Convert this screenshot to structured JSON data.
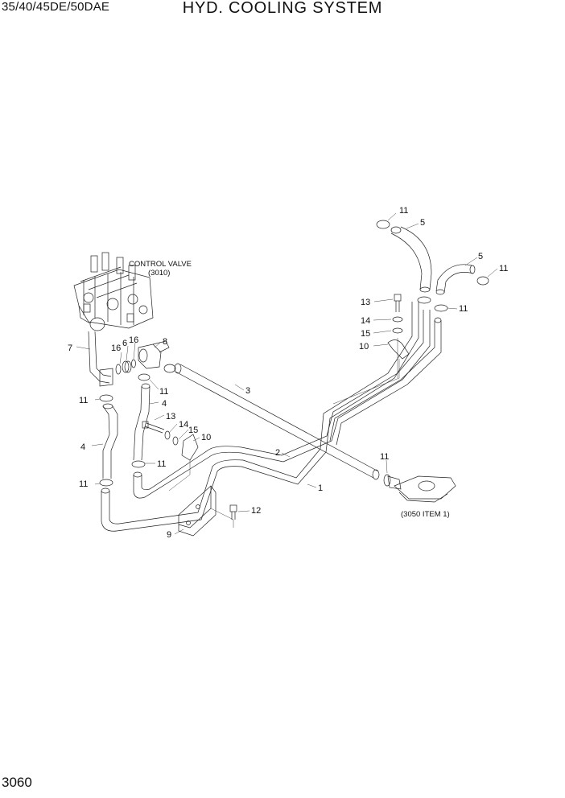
{
  "header": {
    "model": "35/40/45DE/50DAE",
    "title": "HYD. COOLING SYSTEM"
  },
  "footer": {
    "page_number": "3060"
  },
  "notes": {
    "control_valve": "CONTROL VALVE",
    "control_valve_ref": "(3010)",
    "cooler_ref": "(3050 ITEM 1)"
  },
  "callouts": {
    "c1": "1",
    "c2": "2",
    "c3": "3",
    "c4a": "4",
    "c4b": "4",
    "c5a": "5",
    "c5b": "5",
    "c6": "6",
    "c7": "7",
    "c8": "8",
    "c9": "9",
    "c10a": "10",
    "c10b": "10",
    "c11a": "11",
    "c11b": "11",
    "c11c": "11",
    "c11d": "11",
    "c11e": "11",
    "c11f": "11",
    "c11g": "11",
    "c12": "12",
    "c13a": "13",
    "c13b": "13",
    "c14a": "14",
    "c14b": "14",
    "c15a": "15",
    "c15b": "15",
    "c16a": "16",
    "c16b": "16"
  }
}
